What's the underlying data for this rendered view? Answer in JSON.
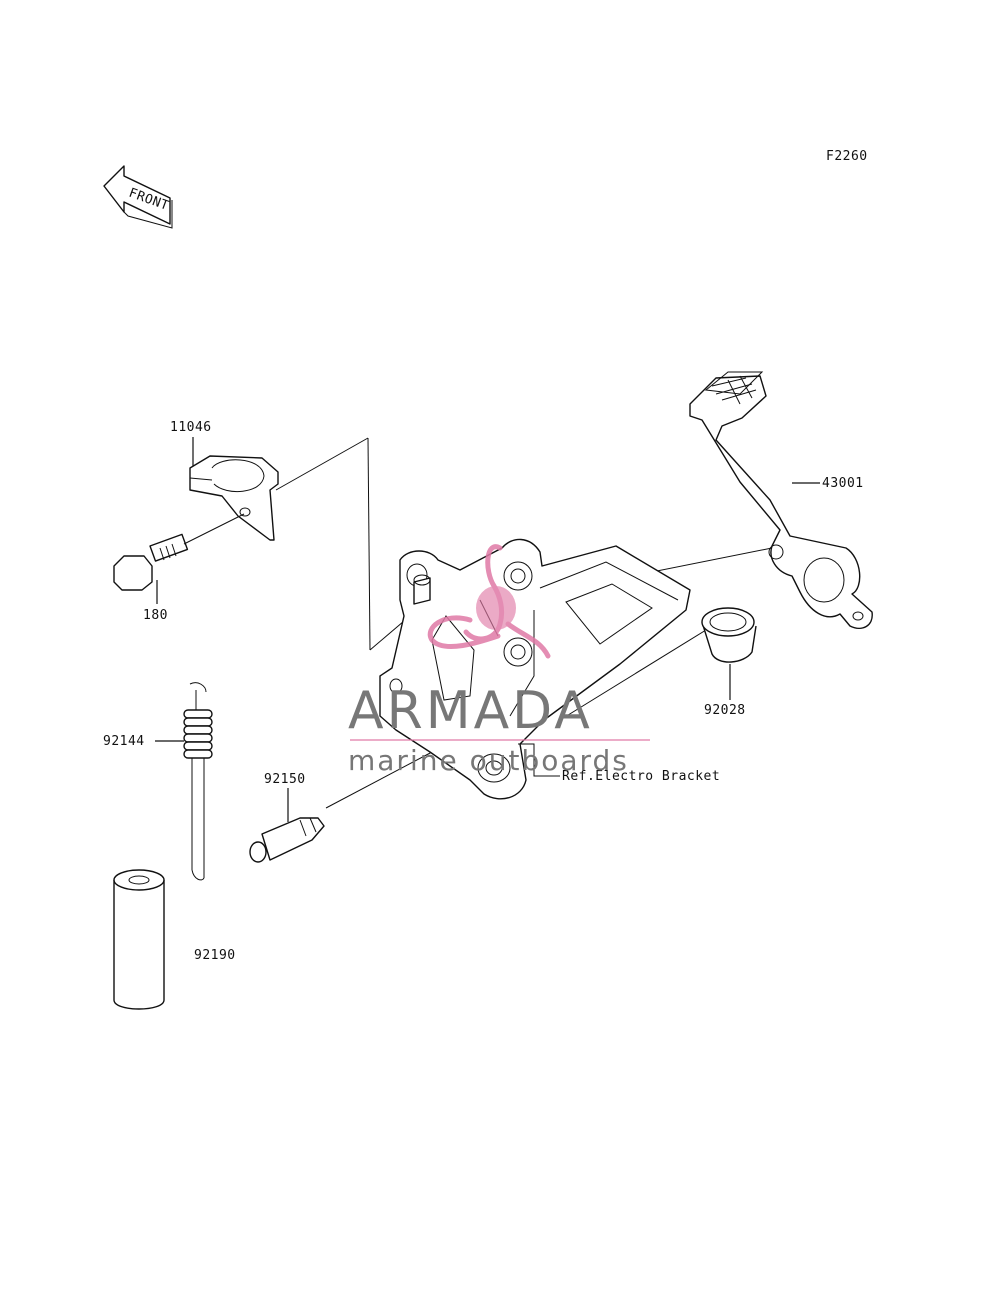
{
  "diagram": {
    "figure_code": "F2260",
    "front_label": "FRONT",
    "parts": {
      "p11046": "11046",
      "p180": "180",
      "p43001": "43001",
      "p92028": "92028",
      "p92144": "92144",
      "p92150": "92150",
      "p92190": "92190"
    },
    "ref_label": "Ref.Electro Bracket"
  },
  "watermark": {
    "brand": "ARMADA",
    "tagline": "marine outboards",
    "logo_color": "#e07aa6",
    "text_color": "#777777"
  }
}
